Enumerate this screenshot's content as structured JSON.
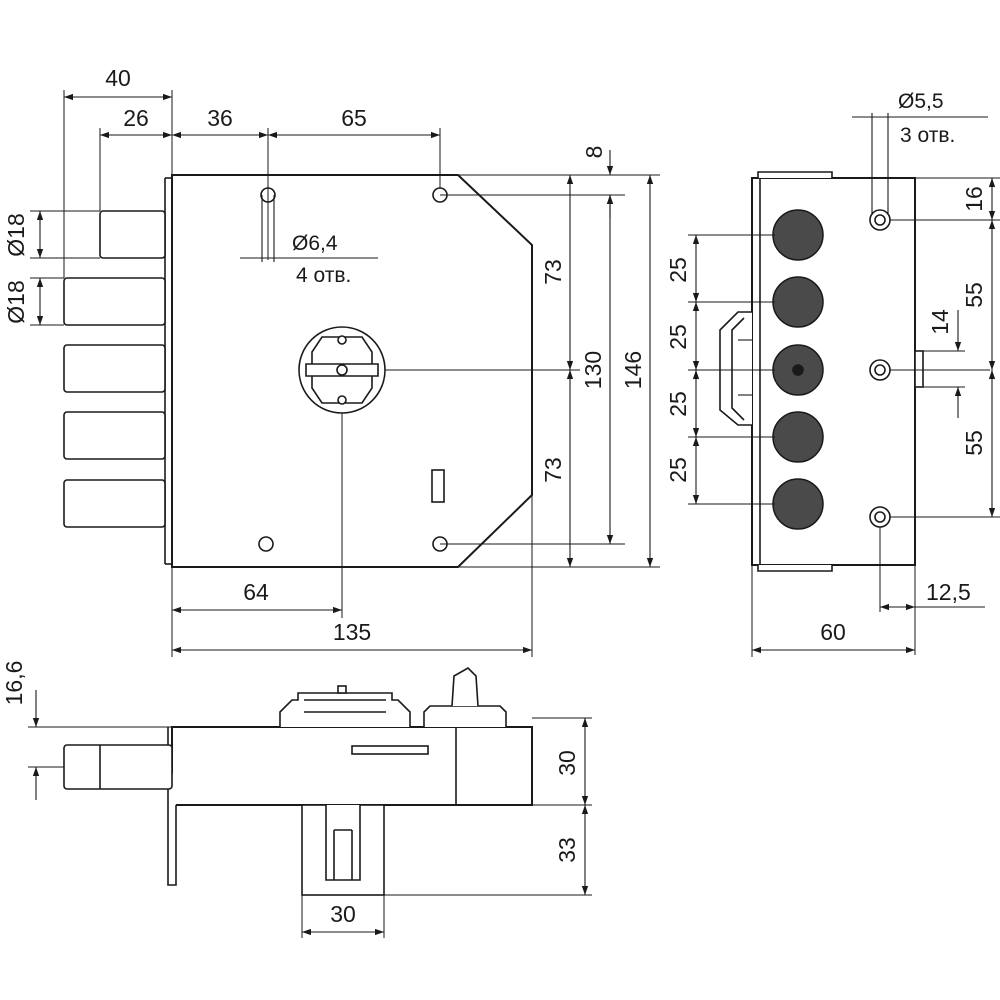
{
  "front_view": {
    "dim_top_outer": "40",
    "dim_top_inner": "26",
    "dim_hole_offset": "36",
    "dim_hole_spacing": "65",
    "dim_top_step": "8",
    "dim_bolt1": "Ø18",
    "dim_bolt2": "Ø18",
    "dim_hole_dia": "Ø6,4",
    "dim_hole_count": "4 отв.",
    "dim_upper_half": "73",
    "dim_lower_half": "73",
    "dim_inner_height": "130",
    "dim_total_height": "146",
    "dim_cylinder_offset": "64",
    "dim_total_width": "135"
  },
  "side_view": {
    "dim_hole_dia": "Ø5,5",
    "dim_hole_count": "3 отв.",
    "dim_top": "16",
    "dim_upper_span": "55",
    "dim_lower_span": "55",
    "dim_latch": "14",
    "dim_pitch_1": "25",
    "dim_pitch_2": "25",
    "dim_pitch_3": "25",
    "dim_pitch_4": "25",
    "dim_hole_offset": "12,5",
    "dim_depth": "60"
  },
  "bottom_view": {
    "dim_bolt_projection": "16,6",
    "dim_body_height": "30",
    "dim_box_height": "33",
    "dim_box_width": "30"
  }
}
